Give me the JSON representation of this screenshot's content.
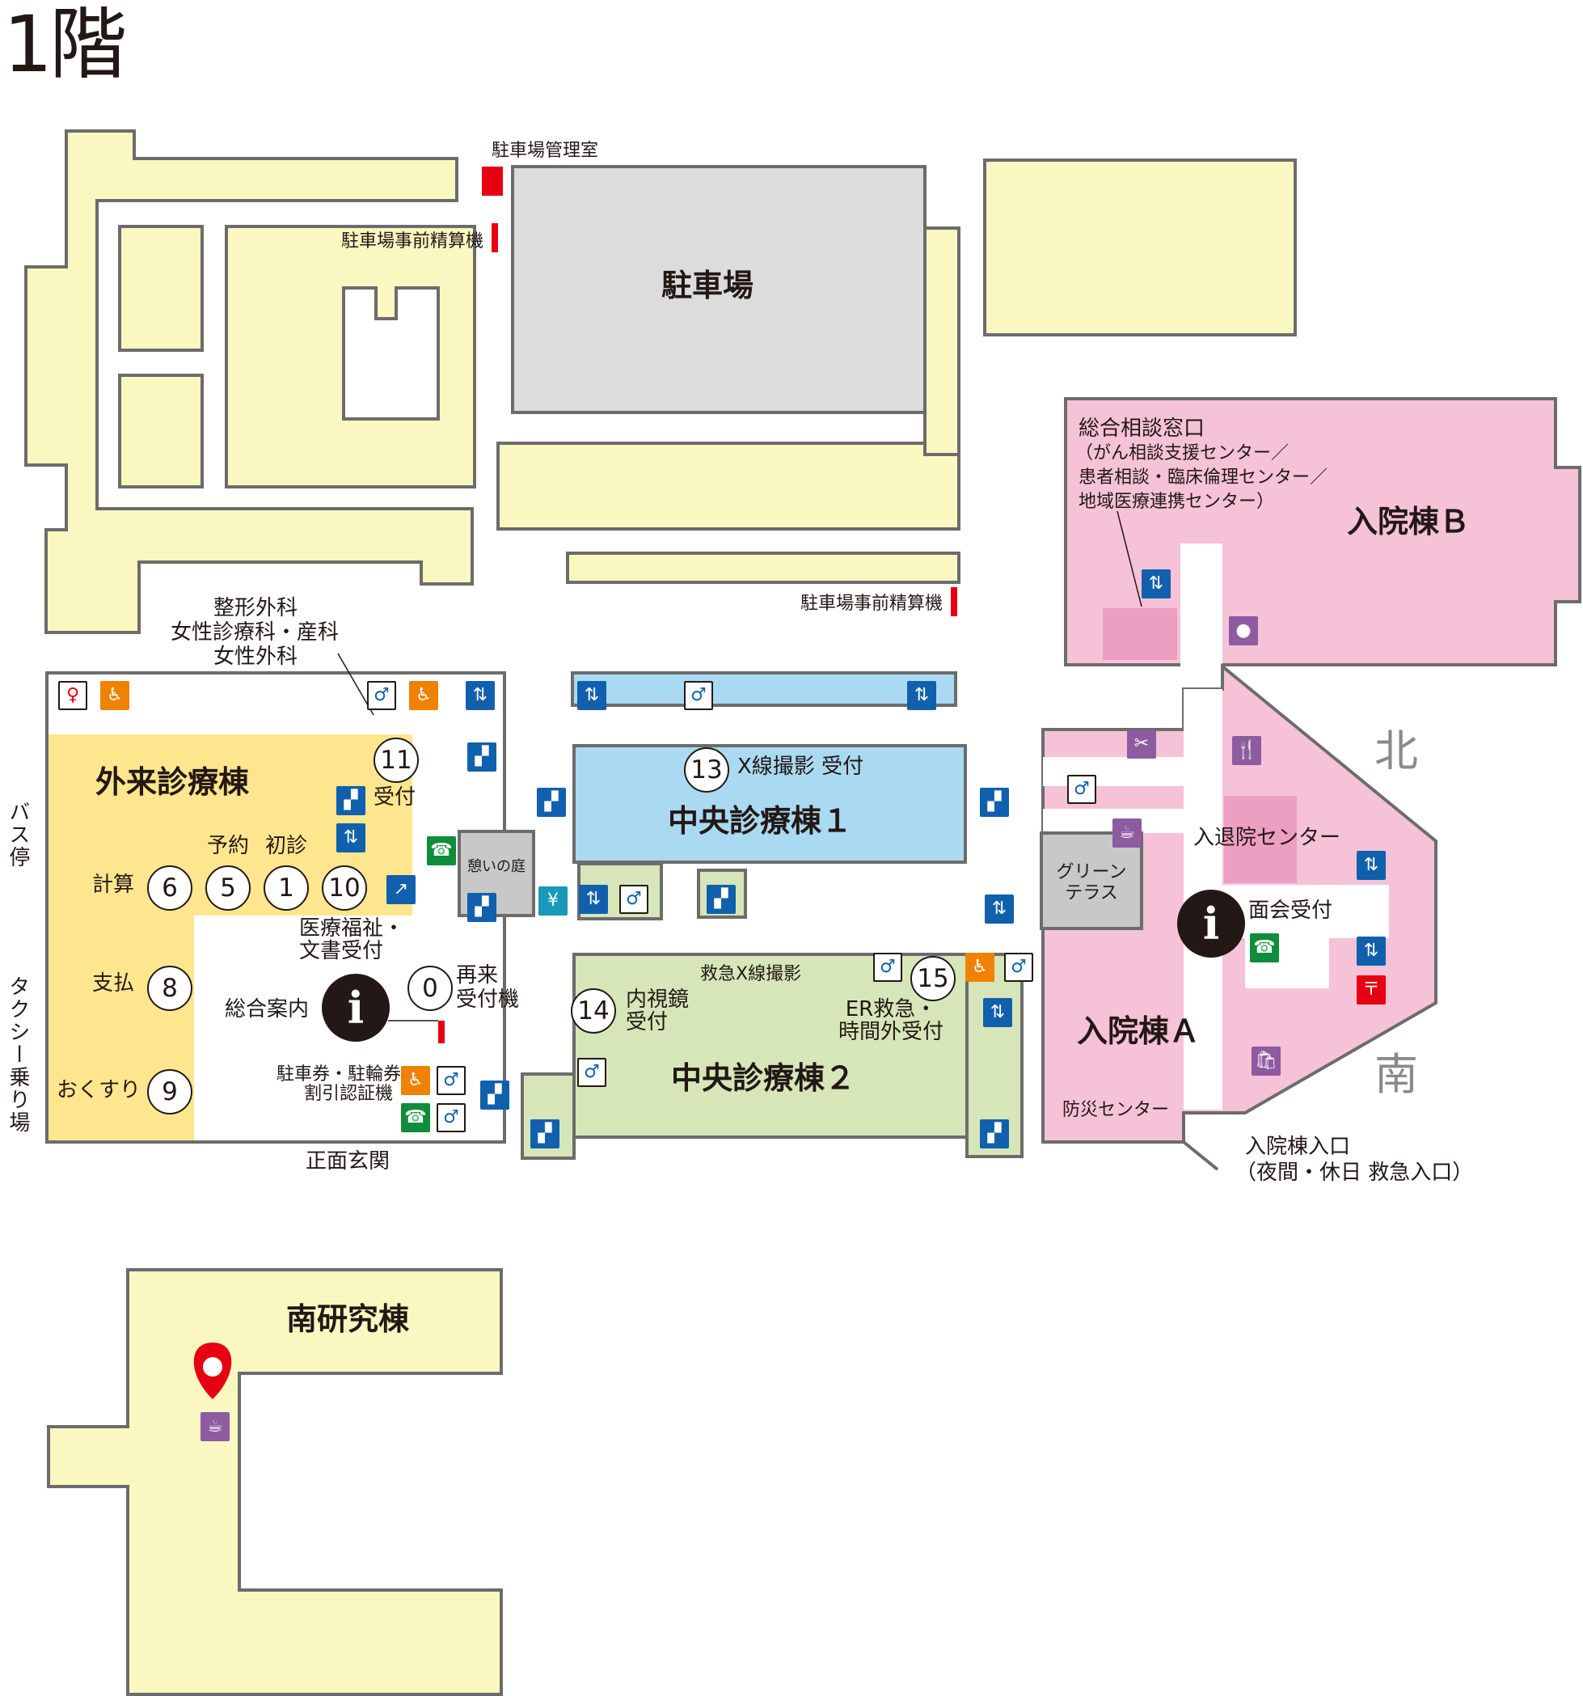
{
  "floor_title": "1階",
  "buildings": {
    "parking": "駐車場",
    "outpatient": "外来診療棟",
    "central1": "中央診療棟１",
    "central2": "中央診療棟２",
    "ward_a": "入院棟Ａ",
    "ward_b": "入院棟Ｂ",
    "south_research": "南研究棟"
  },
  "directions": {
    "north": "北",
    "south": "南"
  },
  "labels": {
    "parking_office": "駐車場管理室",
    "parking_pay_top": "駐車場事前精算機",
    "parking_pay_mid": "駐車場事前精算機",
    "ortho_1": "整形外科",
    "ortho_2": "女性診療科・産科",
    "ortho_3": "女性外科",
    "reception": "受付",
    "reserve": "予約",
    "first_visit": "初診",
    "calc": "計算",
    "pay": "支払",
    "medicine": "おくすり",
    "welfare_1": "医療福祉・",
    "welfare_2": "文書受付",
    "general_info": "総合案内",
    "revisit_1": "再来",
    "revisit_2": "受付機",
    "ticket_1": "駐車券・駐輪券",
    "ticket_2": "割引認証機",
    "main_entrance": "正面玄関",
    "bus_stop": "バス停",
    "taxi": "タクシー乗り場",
    "garden": "憩いの庭",
    "xray": "X線撮影 受付",
    "er_xray": "救急X線撮影",
    "endo_1": "内視鏡",
    "endo_2": "受付",
    "er_1": "ER救急・",
    "er_2": "時間外受付",
    "green_1": "グリーン",
    "green_2": "テラス",
    "admission": "入退院センター",
    "visitor": "面会受付",
    "disaster": "防災センター",
    "ward_entry_1": "入院棟入口",
    "ward_entry_2": "（夜間・休日 救急入口）",
    "consult_1": "総合相談窓口",
    "consult_2": "（がん相談支援センター／",
    "consult_3": "患者相談・臨床倫理センター／",
    "consult_4": "地域医療連携センター）"
  },
  "counters": [
    "11",
    "6",
    "5",
    "1",
    "10",
    "8",
    "9",
    "0",
    "13",
    "14",
    "15"
  ],
  "icons": {
    "elevator": "⇅",
    "stairs": "▞",
    "phone": "☎",
    "toilet_m": "♂",
    "toilet_f": "♀",
    "baby": "♿",
    "cafe": "☕",
    "restaurant": "🍴",
    "post": "〒",
    "shop": "🛍",
    "atm": "¥",
    "escalator": "↗",
    "barber": "✂",
    "pin": "●",
    "info": "i"
  },
  "colors": {
    "cream": "#fbf7c1",
    "outpatient": "#fde68e",
    "central1": "#aad9f2",
    "central2": "#d6e6b9",
    "ward": "#f5c2d8",
    "ward_dark": "#ec9fc1",
    "parking": "#dcdcdc",
    "wall": "#6c6c6c",
    "blue_icon": "#1160ae",
    "green_icon": "#0e8d3a",
    "orange_icon": "#ef8200",
    "purple_icon": "#8e5aa1",
    "red": "#e60012"
  }
}
